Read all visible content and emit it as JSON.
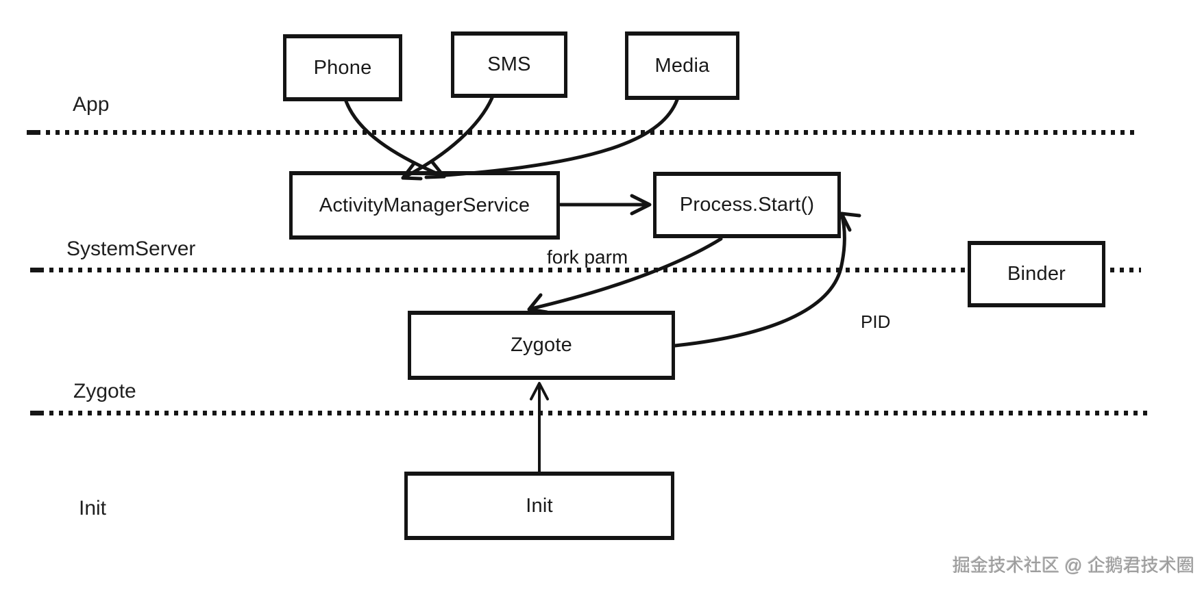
{
  "diagram": {
    "title_semantic": "Android process start flow",
    "layers": [
      {
        "label": "App"
      },
      {
        "label": "SystemServer"
      },
      {
        "label": "Zygote"
      },
      {
        "label": "Init"
      }
    ],
    "nodes": {
      "phone": "Phone",
      "sms": "SMS",
      "media": "Media",
      "activity_manager_service": "ActivityManagerService",
      "process_start": "Process.Start()",
      "binder": "Binder",
      "zygote": "Zygote",
      "init": "Init"
    },
    "edge_labels": {
      "fork": "fork parm",
      "pid": "PID"
    },
    "watermark": "掘金技术社区 @ 企鹅君技术圈",
    "colors": {
      "line": "#141414",
      "text": "#1a1a1a",
      "watermark": "#9b9b9b",
      "background": "#ffffff"
    }
  }
}
